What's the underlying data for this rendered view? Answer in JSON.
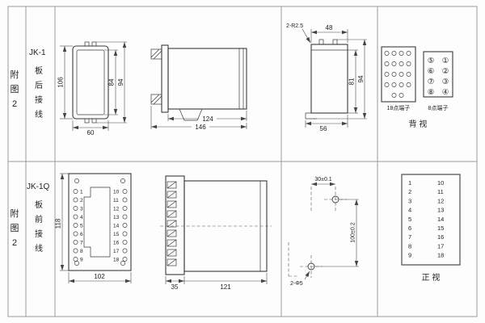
{
  "sheet": {
    "bg": "#fdfdfd",
    "line_color": "#3a3a3a",
    "frame_color": "#9a9a9a"
  },
  "row1": {
    "fig_label": "附图2",
    "model": "JK-1",
    "wiring": "板后接线",
    "front": {
      "h_outer": "106",
      "h_inner": "84",
      "h_total": "94",
      "w": "60"
    },
    "side": {
      "d_body": "124",
      "d_total": "146"
    },
    "rear": {
      "corner_r": "2-R2.5",
      "w_top": "48",
      "h_inner": "81",
      "h_total": "94",
      "w_bottom": "56"
    },
    "terminals": {
      "t18_label": "18点端子",
      "t8_label": "8点端子",
      "t8_left": [
        "⑤",
        "⑥",
        "⑦",
        "⑧"
      ],
      "t8_right": [
        "①",
        "②",
        "③",
        "④"
      ],
      "view_label": "背 视"
    }
  },
  "row2": {
    "fig_label": "附图2",
    "model": "JK-1Q",
    "wiring": "板前接线",
    "front": {
      "h": "118",
      "w": "102",
      "left_terms": [
        "1",
        "2",
        "3",
        "4",
        "5",
        "6",
        "7",
        "8",
        "9"
      ],
      "right_terms": [
        "10",
        "11",
        "12",
        "13",
        "14",
        "15",
        "16",
        "17",
        "18"
      ]
    },
    "side": {
      "w_strip": "35",
      "d_body": "121"
    },
    "mount": {
      "h_span": "30±0.1",
      "v_span": "100±0.2",
      "holes": "2-Φ5"
    },
    "table": {
      "left": [
        "1",
        "2",
        "3",
        "4",
        "5",
        "6",
        "7",
        "8",
        "9"
      ],
      "right": [
        "10",
        "11",
        "12",
        "13",
        "14",
        "15",
        "16",
        "17",
        "18"
      ],
      "view_label": "正 视"
    }
  }
}
